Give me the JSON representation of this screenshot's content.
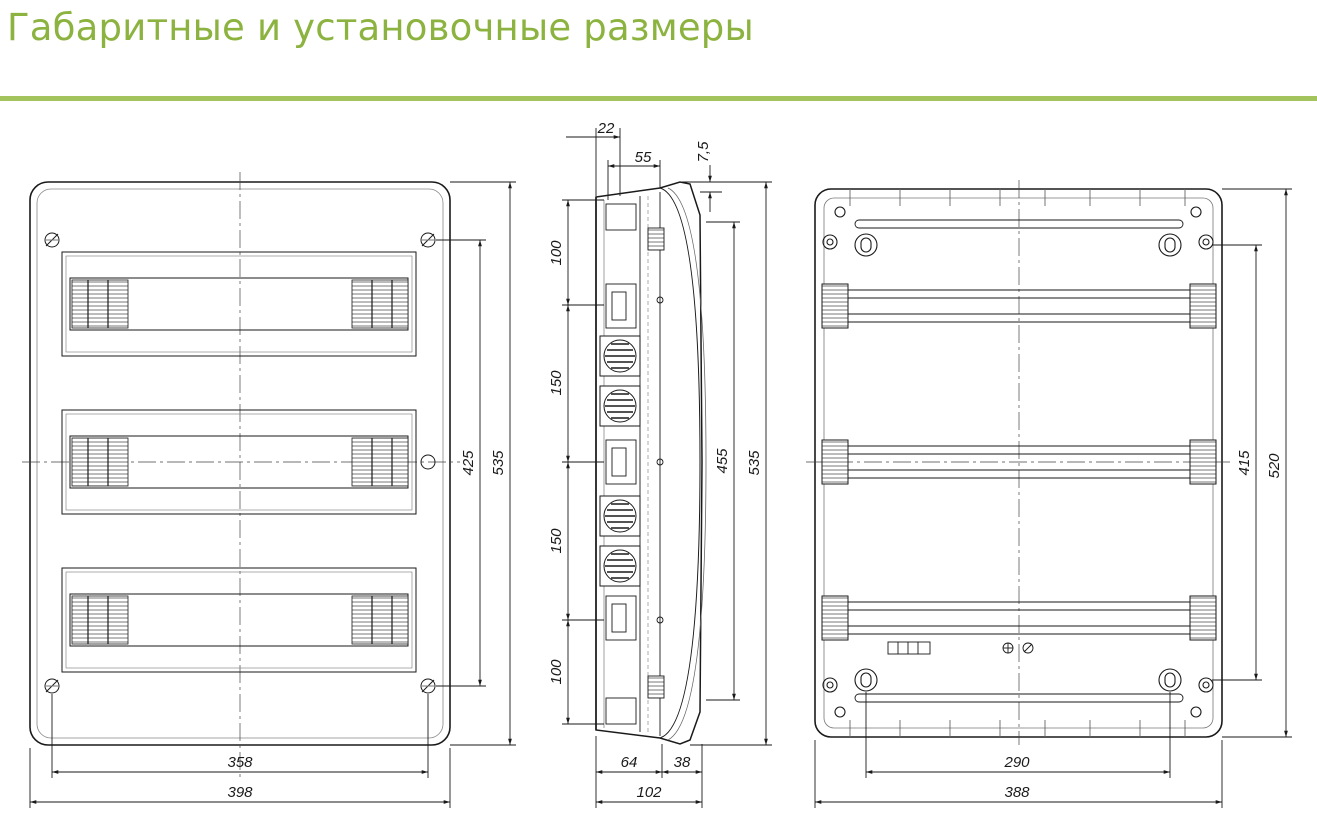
{
  "header": {
    "title": "Габаритные и установочные размеры",
    "accent_color": "#8cb33f"
  },
  "front_view": {
    "width_outer": "398",
    "width_mount": "358",
    "height_outer": "535",
    "height_mount": "425",
    "module_rows": 3
  },
  "side_view": {
    "top_offset": "22",
    "depth_top": "55",
    "lip": "7,5",
    "seg_top": "100",
    "seg_mid1": "150",
    "seg_mid2": "150",
    "seg_bottom": "100",
    "inner_height": "455",
    "height_outer": "535",
    "depth_base": "64",
    "depth_door": "38",
    "depth_total": "102"
  },
  "back_view": {
    "width_outer": "388",
    "width_mount": "290",
    "height_outer": "520",
    "height_mount": "415",
    "din_rails": 3
  }
}
